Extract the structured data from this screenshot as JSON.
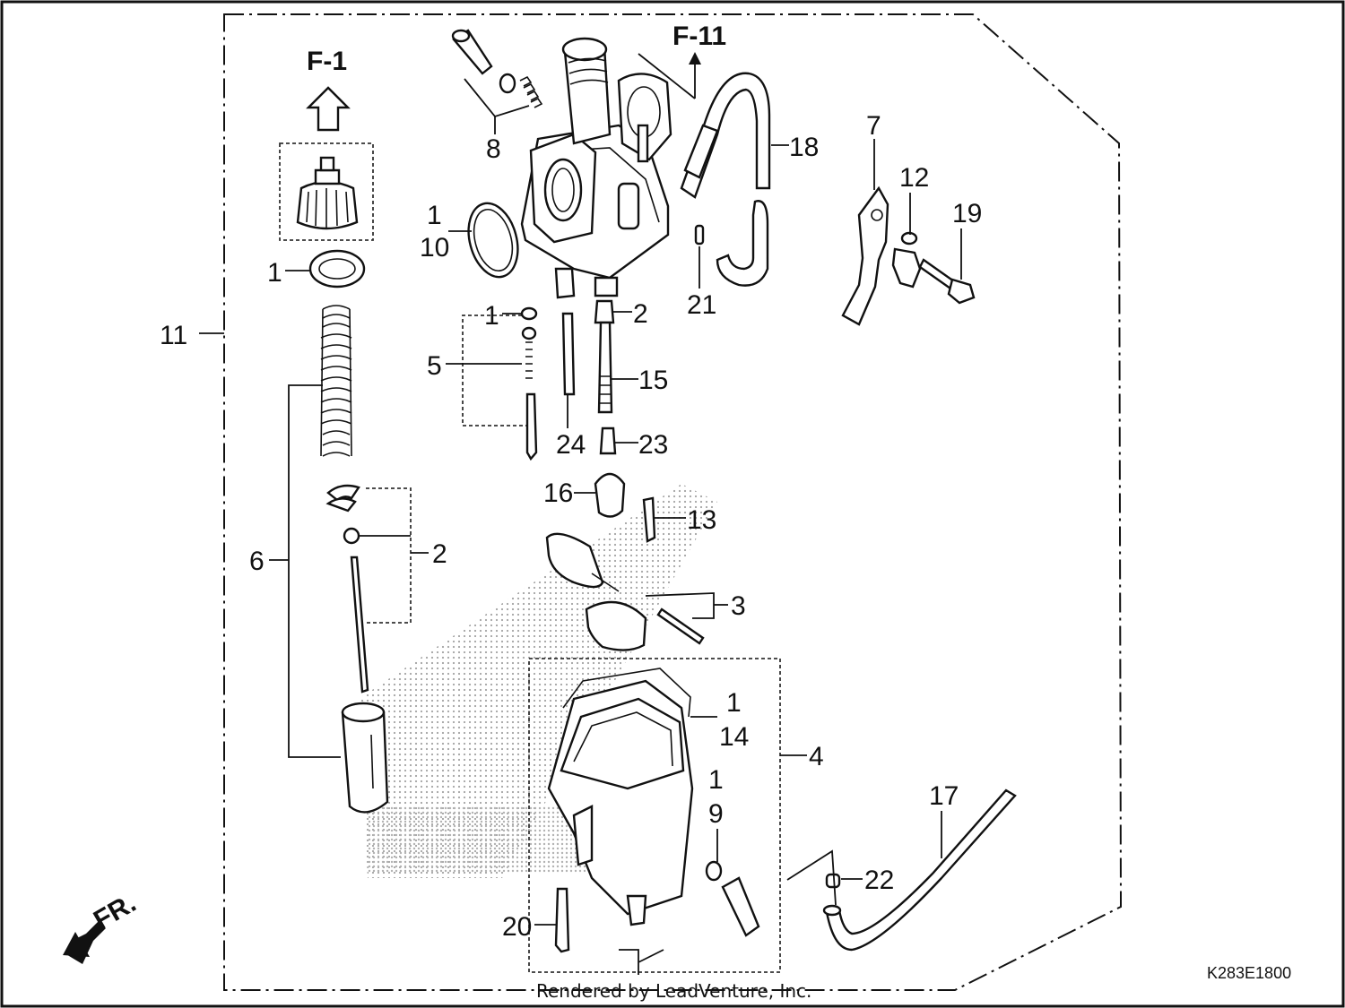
{
  "diagram": {
    "arrow_labels": {
      "f1": "F-1",
      "f11": "F-11",
      "front": "FR."
    },
    "callouts": [
      {
        "id": "c1a",
        "text": "1"
      },
      {
        "id": "c1b",
        "text": "1"
      },
      {
        "id": "c1c",
        "text": "1"
      },
      {
        "id": "c1d",
        "text": "1"
      },
      {
        "id": "c1e",
        "text": "1"
      },
      {
        "id": "c2a",
        "text": "2"
      },
      {
        "id": "c2b",
        "text": "2"
      },
      {
        "id": "c3",
        "text": "3"
      },
      {
        "id": "c4",
        "text": "4"
      },
      {
        "id": "c5",
        "text": "5"
      },
      {
        "id": "c6",
        "text": "6"
      },
      {
        "id": "c7",
        "text": "7"
      },
      {
        "id": "c8",
        "text": "8"
      },
      {
        "id": "c9",
        "text": "9"
      },
      {
        "id": "c10",
        "text": "10"
      },
      {
        "id": "c11",
        "text": "11"
      },
      {
        "id": "c12",
        "text": "12"
      },
      {
        "id": "c13",
        "text": "13"
      },
      {
        "id": "c14",
        "text": "14"
      },
      {
        "id": "c15",
        "text": "15"
      },
      {
        "id": "c16",
        "text": "16"
      },
      {
        "id": "c17",
        "text": "17"
      },
      {
        "id": "c18",
        "text": "18"
      },
      {
        "id": "c19",
        "text": "19"
      },
      {
        "id": "c20",
        "text": "20"
      },
      {
        "id": "c21",
        "text": "21"
      },
      {
        "id": "c22",
        "text": "22"
      },
      {
        "id": "c23",
        "text": "23"
      },
      {
        "id": "c24",
        "text": "24"
      }
    ],
    "diagram_code": "K283E1800",
    "credit": "Rendered by LeadVenture, Inc."
  }
}
